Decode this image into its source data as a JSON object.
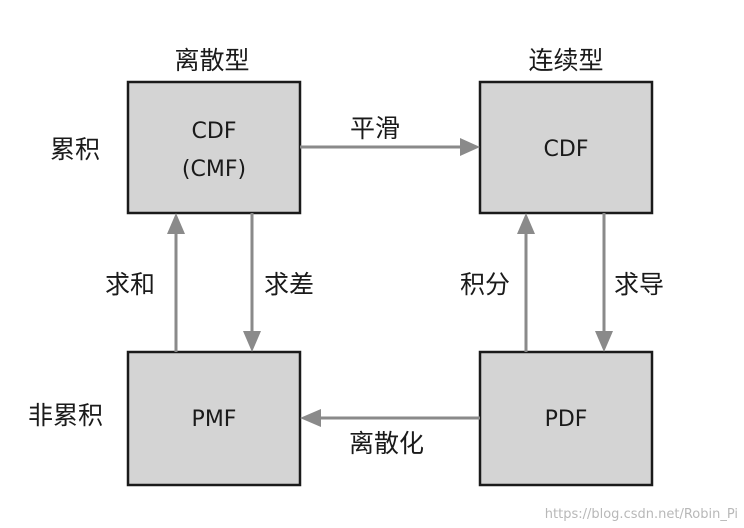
{
  "headers": {
    "discrete": "离散型",
    "continuous": "连续型"
  },
  "rows": {
    "cumulative": "累积",
    "non_cumulative": "非累积"
  },
  "boxes": {
    "discrete_cdf_line1": "CDF",
    "discrete_cdf_line2": "(CMF)",
    "continuous_cdf": "CDF",
    "pmf": "PMF",
    "pdf": "PDF"
  },
  "arrows": {
    "smooth": "平滑",
    "sum": "求和",
    "difference": "求差",
    "integrate": "积分",
    "derivative": "求导",
    "discretize": "离散化"
  },
  "watermark": "https://blog.csdn.net/Robin_Pi",
  "colors": {
    "box_fill": "#d4d4d4",
    "box_stroke": "#1a1a1a",
    "arrow": "#8a8a8a",
    "text": "#1a1a1a"
  }
}
